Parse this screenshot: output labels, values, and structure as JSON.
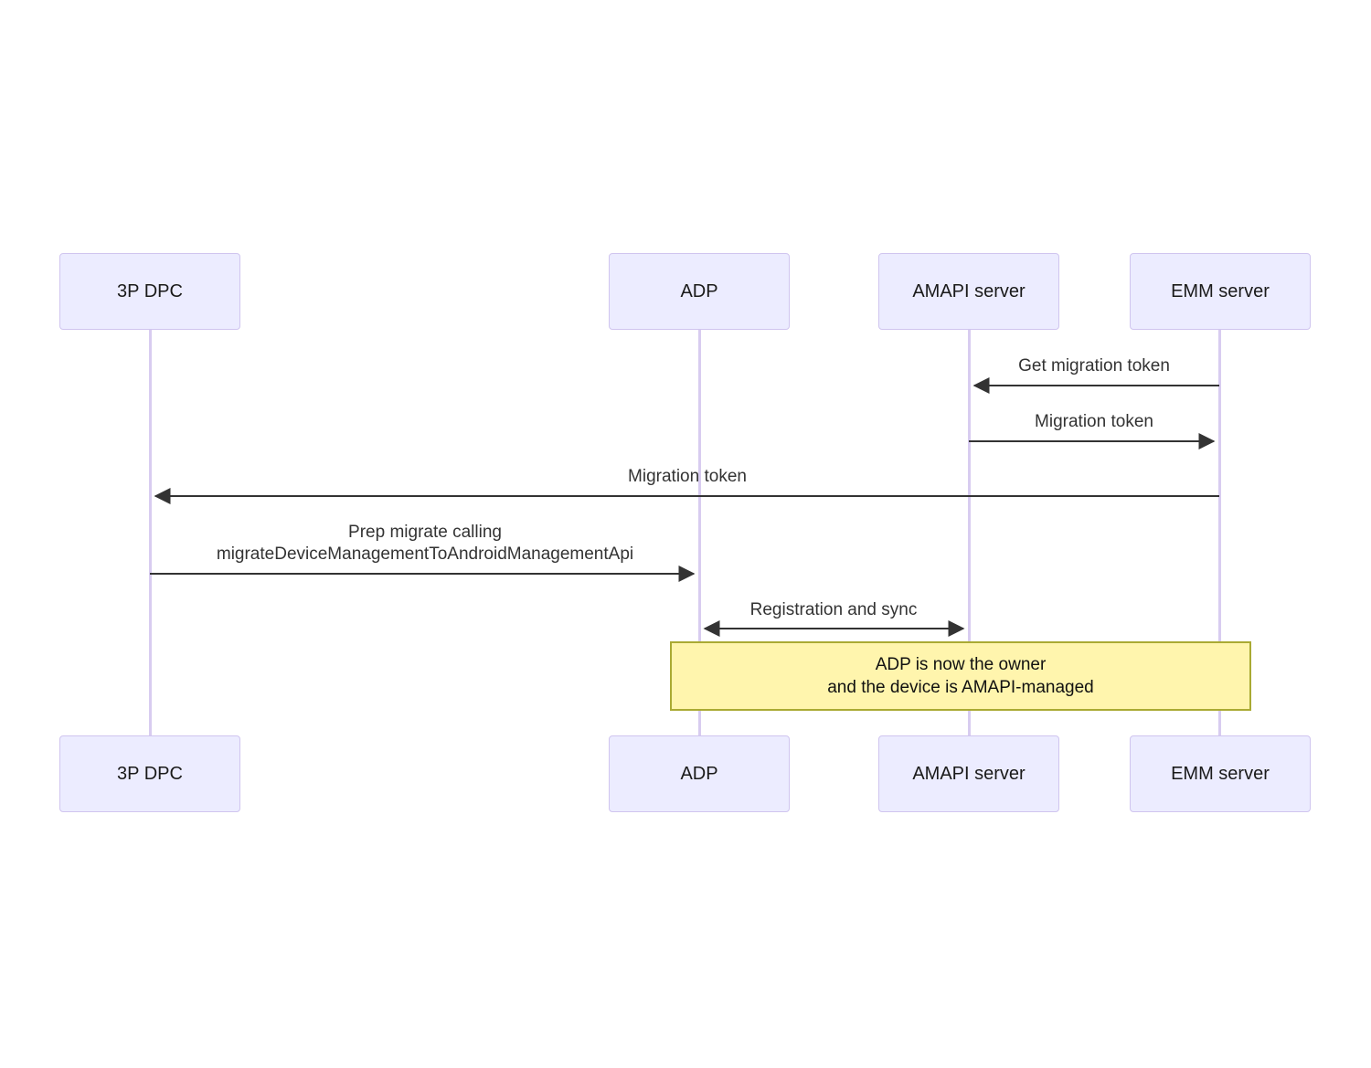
{
  "diagram_type": "sequence-diagram",
  "actors": [
    {
      "id": "3p-dpc",
      "label": "3P DPC"
    },
    {
      "id": "adp",
      "label": "ADP"
    },
    {
      "id": "amapi-server",
      "label": "AMAPI server"
    },
    {
      "id": "emm-server",
      "label": "EMM server"
    }
  ],
  "messages": [
    {
      "label": "Get migration token",
      "from": "EMM server",
      "to": "AMAPI server",
      "direction": "left"
    },
    {
      "label": "Migration token",
      "from": "AMAPI server",
      "to": "EMM server",
      "direction": "right"
    },
    {
      "label": "Migration token",
      "from": "EMM server",
      "to": "3P DPC",
      "direction": "left"
    },
    {
      "label_line1": "Prep migrate calling",
      "label_line2": "migrateDeviceManagementToAndroidManagementApi",
      "from": "3P DPC",
      "to": "ADP",
      "direction": "right"
    },
    {
      "label": "Registration and sync",
      "from": "ADP",
      "to": "AMAPI server",
      "direction": "both"
    }
  ],
  "note": {
    "line1": "ADP is now the owner",
    "line2": "and the device is AMAPI-managed",
    "over": "ADP to EMM server"
  },
  "colors": {
    "actor_fill": "#ECECFF",
    "actor_border": "#d0c5ef",
    "lifeline": "#d8ccf0",
    "arrow": "#333333",
    "text": "#333333",
    "note_fill": "#fff5ad",
    "note_border": "#aaaa33"
  }
}
